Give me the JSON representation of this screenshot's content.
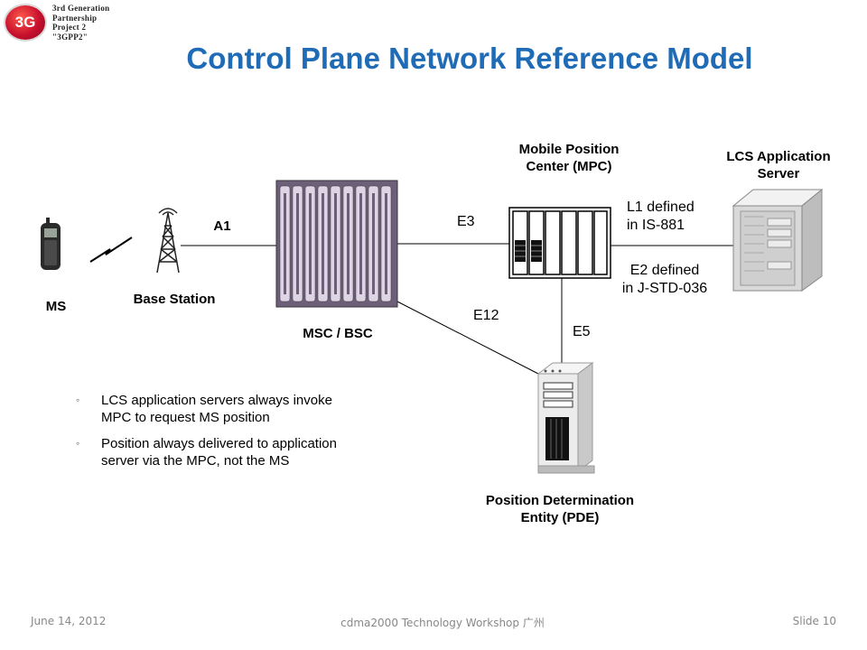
{
  "logo": {
    "badge": "3G",
    "lines": [
      "3rd Generation",
      "Partnership",
      "Project 2",
      "\"3GPP2\""
    ]
  },
  "title": "Control Plane Network Reference Model",
  "diagram": {
    "nodes": {
      "ms": "MS",
      "base_station": "Base Station",
      "msc_bsc": "MSC / BSC",
      "mpc": "Mobile Position\nCenter (MPC)",
      "lcs_server": "LCS Application\nServer",
      "pde": "Position Determination\nEntity (PDE)"
    },
    "interfaces": {
      "a1": "A1",
      "e3": "E3",
      "e12": "E12",
      "e5": "E5",
      "l1": "L1 defined\nin IS-881",
      "e2": "E2 defined\nin J-STD-036"
    }
  },
  "bullets": [
    "LCS application servers always invoke MPC to request MS position",
    "Position always delivered to application server via the MPC, not the MS"
  ],
  "bullet_marker": "◦",
  "footer": {
    "date": "June 14, 2012",
    "center": "cdma2000 Technology Workshop 广州",
    "slide": "Slide 10"
  },
  "colors": {
    "title": "#1f6bb6",
    "logo_badge": "#c8102e",
    "msc_rack": "#7a6a85"
  }
}
